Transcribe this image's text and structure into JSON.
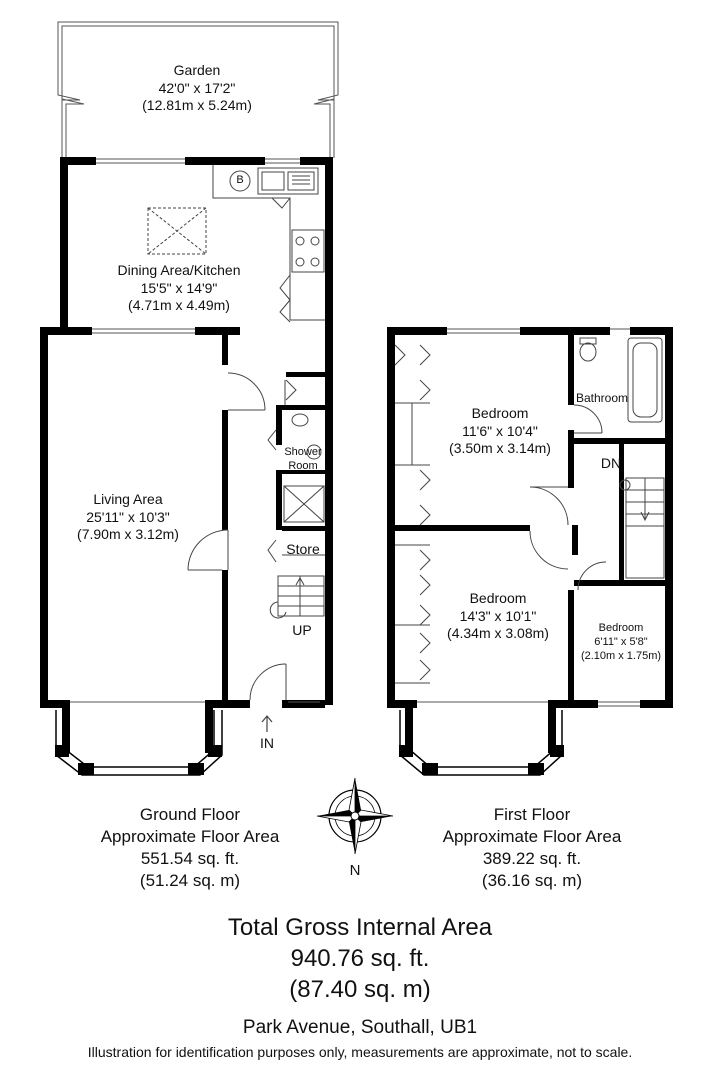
{
  "rooms": {
    "garden": {
      "name": "Garden",
      "imperial": "42'0\" x 17'2\"",
      "metric": "(12.81m x 5.24m)"
    },
    "dining_kitchen": {
      "name": "Dining Area/Kitchen",
      "imperial": "15'5\" x 14'9\"",
      "metric": "(4.71m x 4.49m)"
    },
    "living": {
      "name": "Living Area",
      "imperial": "25'11\" x 10'3\"",
      "metric": "(7.90m x 3.12m)"
    },
    "shower": {
      "line1": "Shower",
      "line2": "Room"
    },
    "store": {
      "name": "Store"
    },
    "boiler_mark": "B",
    "bedroom1": {
      "name": "Bedroom",
      "imperial": "11'6\" x 10'4\"",
      "metric": "(3.50m x 3.14m)"
    },
    "bathroom": {
      "name": "Bathroom"
    },
    "bedroom2": {
      "name": "Bedroom",
      "imperial": "14'3\" x 10'1\"",
      "metric": "(4.34m x 3.08m)"
    },
    "bedroom3": {
      "name": "Bedroom",
      "imperial": "6'11\" x 5'8\"",
      "metric": "(2.10m x 1.75m)"
    }
  },
  "markers": {
    "up": "UP",
    "dn": "DN",
    "in": "IN",
    "north": "N"
  },
  "ground_floor": {
    "title": "Ground Floor",
    "subtitle": "Approximate Floor Area",
    "sqft": "551.54 sq. ft.",
    "sqm": "(51.24 sq. m)"
  },
  "first_floor": {
    "title": "First Floor",
    "subtitle": "Approximate Floor Area",
    "sqft": "389.22 sq. ft.",
    "sqm": "(36.16 sq. m)"
  },
  "total": {
    "title": "Total Gross Internal Area",
    "sqft": "940.76 sq. ft.",
    "sqm": "(87.40 sq. m)"
  },
  "address": "Park Avenue, Southall, UB1",
  "disclaimer": "Illustration for identification purposes only, measurements are approximate, not to scale.",
  "colors": {
    "wall": "#000000",
    "background": "#ffffff",
    "fixture_line": "#444444"
  }
}
